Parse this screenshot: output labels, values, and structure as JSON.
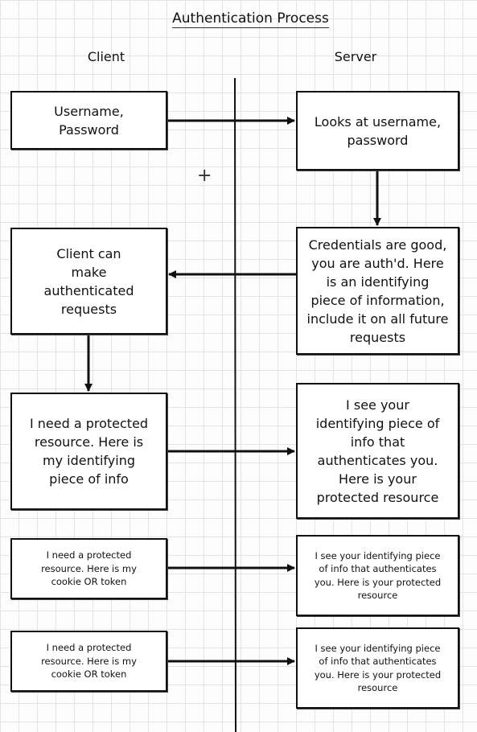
{
  "title": "Authentication Process",
  "columns": {
    "client": "Client",
    "server": "Server"
  },
  "boxes": {
    "b1": "Username,\nPassword",
    "b2": "Looks at username,\npassword",
    "b3": "Credentials are good,\nyou are auth'd.  Here\nis an identifying\npiece of information,\ninclude it on all future\nrequests",
    "b4": "Client can\nmake\nauthenticated\nrequests",
    "b5": "I need a protected\nresource.  Here is\nmy identifying\npiece of info",
    "b6": "I see your\nidentifying piece of\ninfo that\nauthenticates you.\nHere is your\nprotected resource",
    "b7": "I need a protected\nresource.  Here is my\ncookie OR token",
    "b8": "I see your identifying piece\nof info that authenticates\nyou.  Here is your protected\nresource",
    "b9": "I need a protected\nresource.  Here is my\ncookie OR token",
    "b10": "I see your identifying piece\nof info that authenticates\nyou.  Here is your protected\nresource"
  }
}
